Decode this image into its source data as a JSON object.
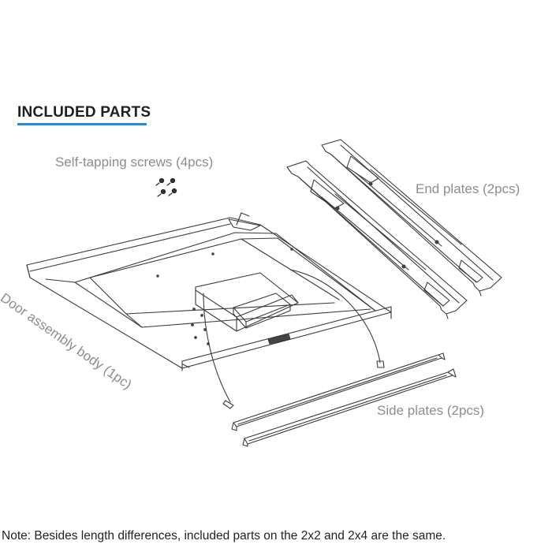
{
  "heading": "INCLUDED PARTS",
  "labels": {
    "screws": "Self-tapping screws (4pcs)",
    "end_plates": "End plates (2pcs)",
    "body": "Door assembly body (1pc)",
    "side_plates": "Side plates (2pcs)"
  },
  "note": "Note: Besides length differences, included parts on the 2x2 and 2x4 are the same.",
  "colors": {
    "accent": "#1f8fd6",
    "line": "#3a3a3a",
    "label": "#8d8d8d"
  }
}
